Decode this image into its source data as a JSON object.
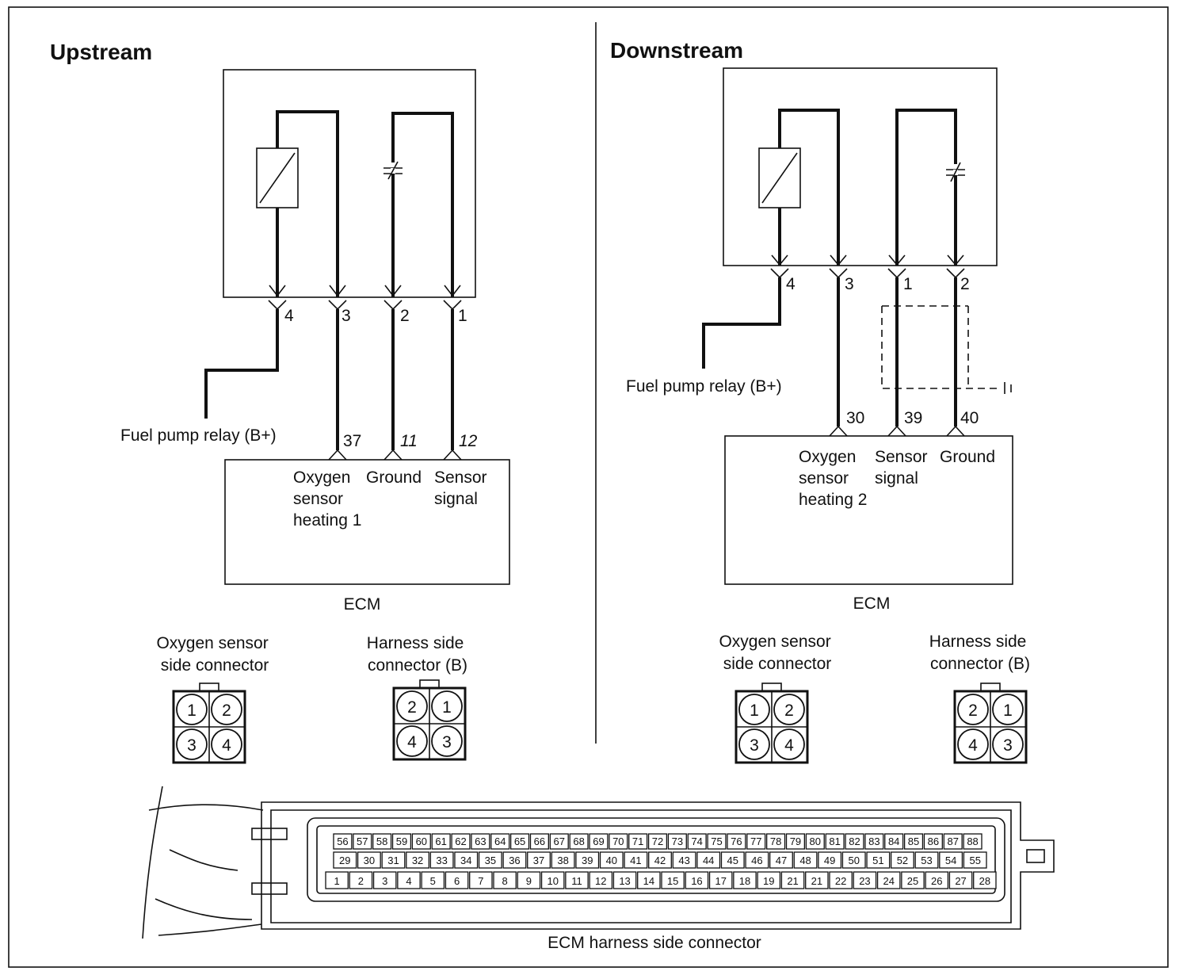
{
  "upstream": {
    "title": "Upstream",
    "sensor_pins": [
      "4",
      "3",
      "2",
      "1"
    ],
    "ecm_pins": [
      "37",
      "11",
      "12"
    ],
    "relay_label": "Fuel pump relay (B+)",
    "ecm_signals": [
      [
        "Oxygen",
        "sensor",
        "heating 1"
      ],
      [
        "Ground"
      ],
      [
        "Sensor",
        "signal"
      ]
    ],
    "ecm_label": "ECM",
    "sensor_connector": {
      "label": [
        "Oxygen sensor",
        "side connector"
      ],
      "pins": [
        "1",
        "2",
        "3",
        "4"
      ]
    },
    "harness_connector": {
      "label": [
        "Harness side",
        "connector (B)"
      ],
      "pins": [
        "2",
        "1",
        "4",
        "3"
      ]
    }
  },
  "downstream": {
    "title": "Downstream",
    "sensor_pins": [
      "4",
      "3",
      "1",
      "2"
    ],
    "ecm_pins": [
      "30",
      "39",
      "40"
    ],
    "relay_label": "Fuel pump relay (B+)",
    "ecm_signals": [
      [
        "Oxygen",
        "sensor",
        "heating 2"
      ],
      [
        "Sensor",
        "signal"
      ],
      [
        "Ground"
      ]
    ],
    "ecm_label": "ECM",
    "sensor_connector": {
      "label": [
        "Oxygen sensor",
        "side connector"
      ],
      "pins": [
        "1",
        "2",
        "3",
        "4"
      ]
    },
    "harness_connector": {
      "label": [
        "Harness side",
        "connector (B)"
      ],
      "pins": [
        "2",
        "1",
        "4",
        "3"
      ]
    }
  },
  "ecm_connector": {
    "label": "ECM harness side connector",
    "rows": [
      [
        "56",
        "57",
        "58",
        "59",
        "60",
        "61",
        "62",
        "63",
        "64",
        "65",
        "66",
        "67",
        "68",
        "69",
        "70",
        "71",
        "72",
        "73",
        "74",
        "75",
        "76",
        "77",
        "78",
        "79",
        "80",
        "81",
        "82",
        "83",
        "84",
        "85",
        "86",
        "87",
        "88"
      ],
      [
        "29",
        "30",
        "31",
        "32",
        "33",
        "34",
        "35",
        "36",
        "37",
        "38",
        "39",
        "40",
        "41",
        "42",
        "43",
        "44",
        "45",
        "46",
        "47",
        "48",
        "49",
        "50",
        "51",
        "52",
        "53",
        "54",
        "55"
      ],
      [
        "1",
        "2",
        "3",
        "4",
        "5",
        "6",
        "7",
        "8",
        "9",
        "10",
        "11",
        "12",
        "13",
        "14",
        "15",
        "16",
        "17",
        "18",
        "19",
        "21",
        "21",
        "22",
        "23",
        "24",
        "25",
        "26",
        "27",
        "28"
      ]
    ]
  }
}
